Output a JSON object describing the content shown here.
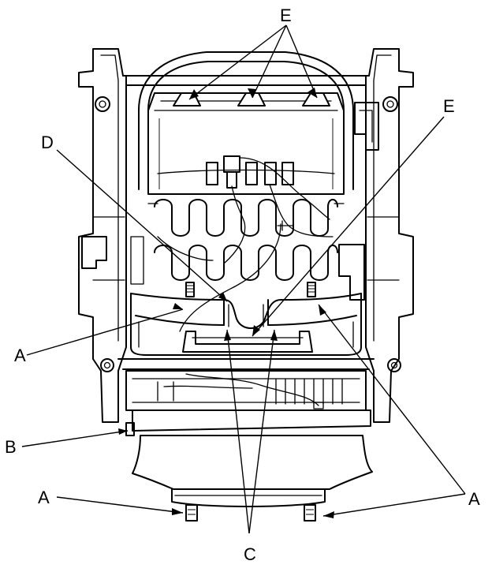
{
  "labels": {
    "a_left_upper": "A",
    "a_left_lower": "A",
    "a_right": "A",
    "b": "B",
    "c": "C",
    "d": "D",
    "e_top": "E",
    "e_right": "E"
  }
}
